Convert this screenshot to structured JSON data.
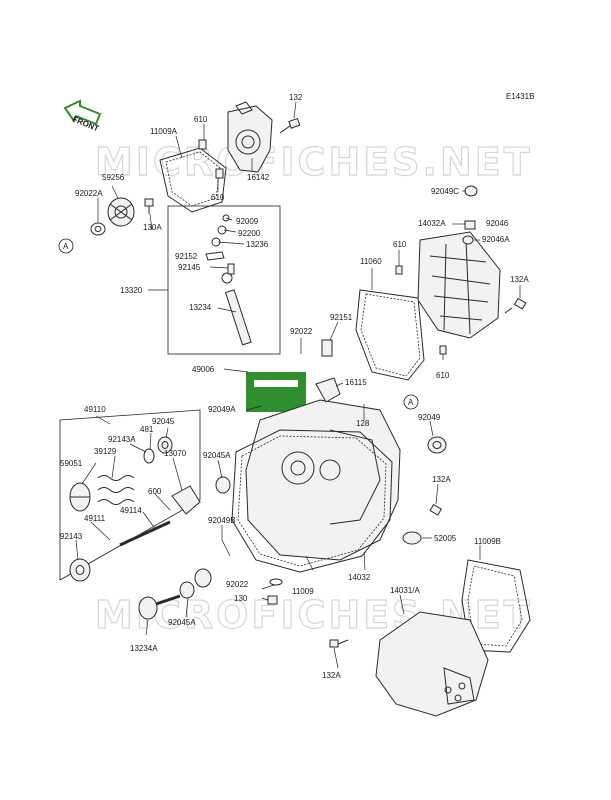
{
  "diagram_code": "E1431B",
  "front_label": "FRONT",
  "watermark": "MICROFICHES.NET",
  "center_logo": "Kawasaki",
  "ref_markers": [
    "A",
    "A"
  ],
  "part_labels": [
    "132",
    "610",
    "11009A",
    "59256",
    "92022A",
    "130A",
    "610",
    "16142",
    "92009",
    "92200",
    "13236",
    "92152",
    "92145",
    "13320",
    "13234",
    "49006",
    "92022",
    "92151",
    "16115",
    "92049A",
    "128",
    "11060",
    "610",
    "92049C",
    "14032A",
    "92046",
    "92046A",
    "132A",
    "610",
    "49110",
    "92045",
    "481",
    "92143A",
    "39129",
    "59051",
    "13070",
    "92045A",
    "600",
    "49114",
    "49111",
    "92143",
    "92049",
    "132A",
    "52005",
    "92049B",
    "92022",
    "130",
    "11009",
    "14032",
    "11009B",
    "14031/A",
    "92045A",
    "13234A",
    "132A"
  ]
}
